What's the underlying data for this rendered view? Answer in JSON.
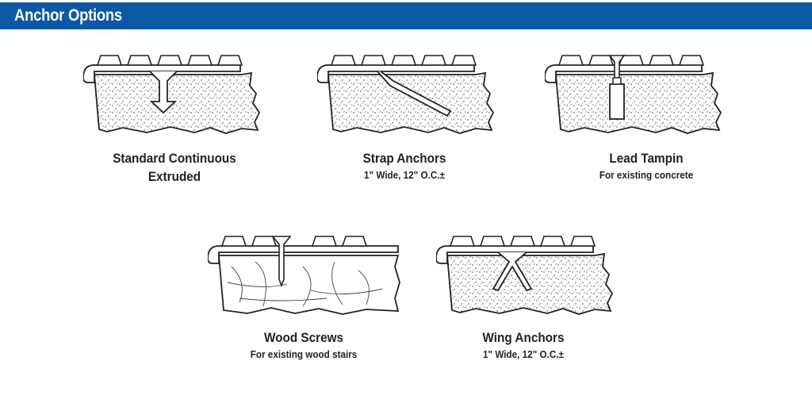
{
  "header": {
    "title": "Anchor Options",
    "color": "#0b58a6"
  },
  "options": [
    {
      "title": "Standard Continuous",
      "title2": "Extruded"
    },
    {
      "title": "Strap Anchors",
      "subtitle": "1\" Wide, 12\" O.C.±"
    },
    {
      "title": "Lead Tampin",
      "subtitle": "For existing concrete"
    },
    {
      "title": "Wood Screws",
      "subtitle": "For existing wood stairs"
    },
    {
      "title": "Wing Anchors",
      "subtitle": "1\" Wide, 12\" O.C.±"
    }
  ]
}
